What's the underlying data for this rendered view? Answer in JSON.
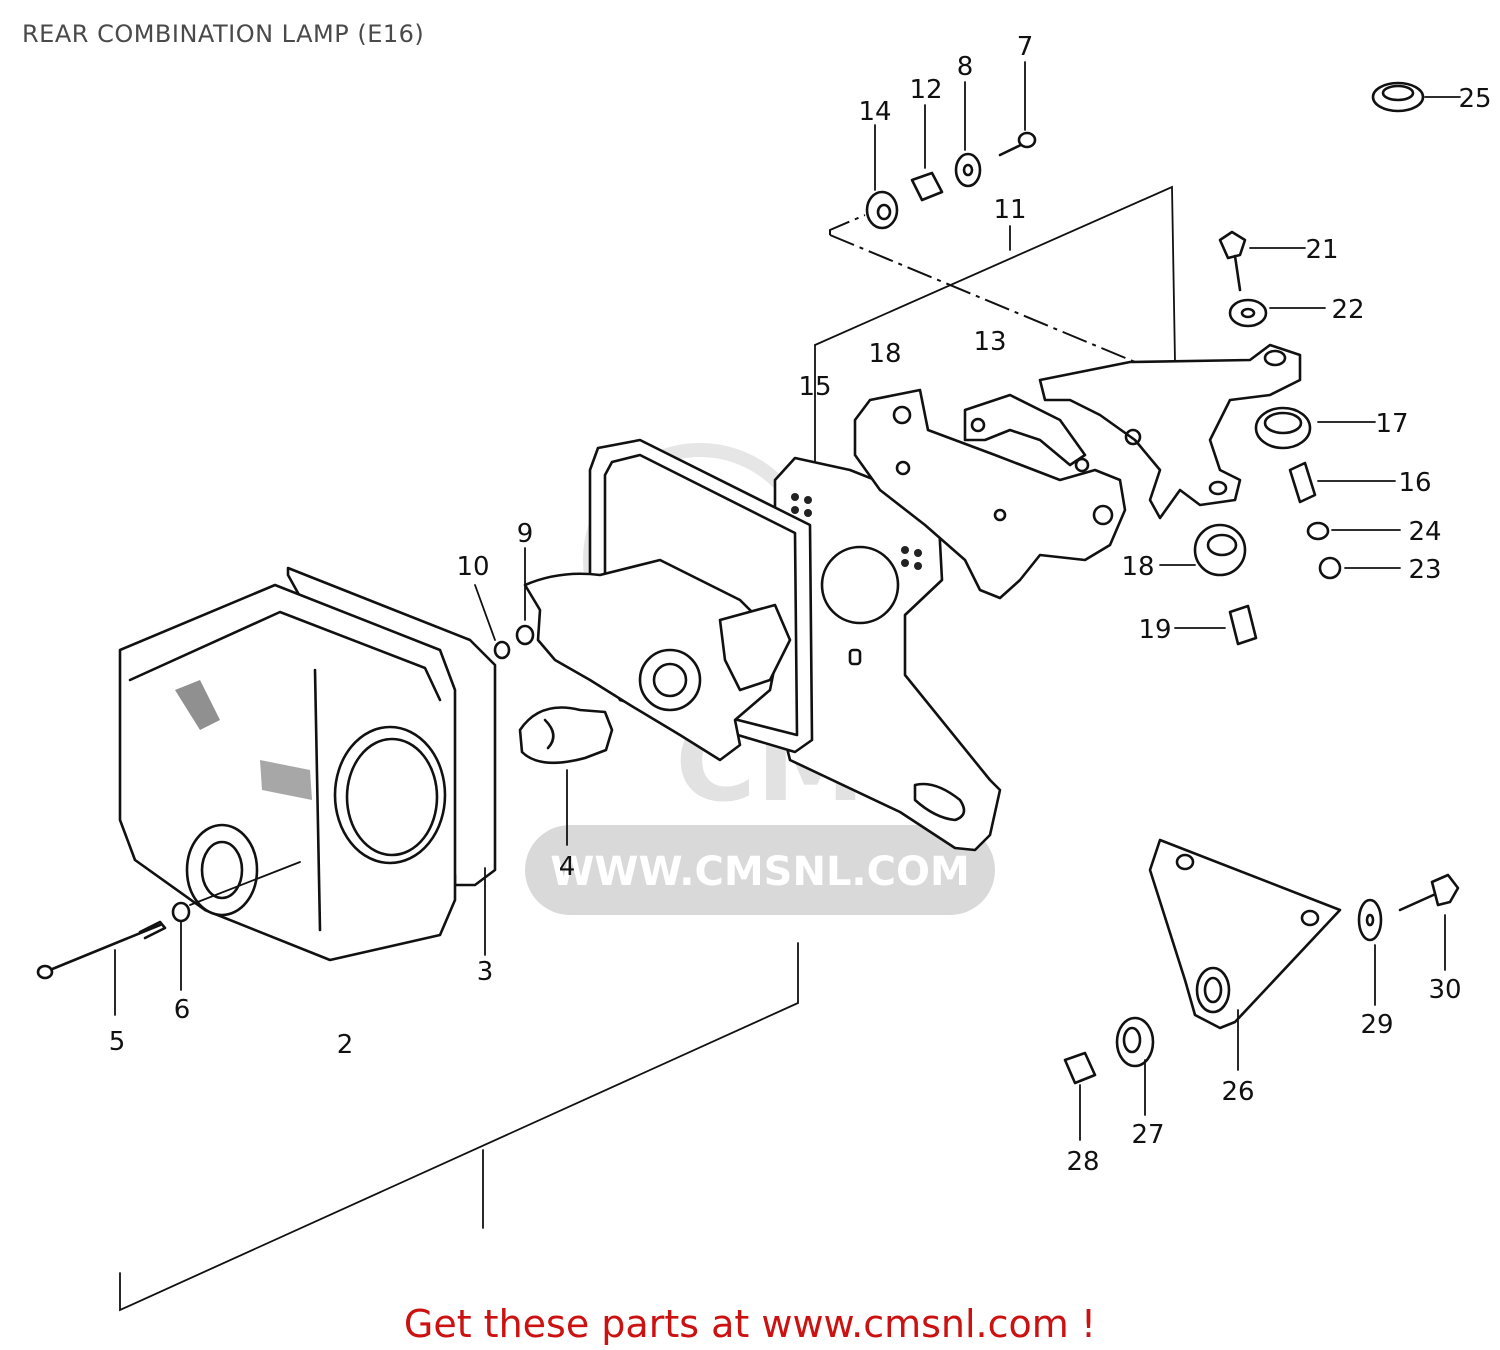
{
  "title": "REAR COMBINATION LAMP (E16)",
  "footer": "Get these parts at www.cmsnl.com !",
  "watermark": {
    "logo": "CMS",
    "url": "WWW.CMSNL.COM"
  },
  "colors": {
    "footer": "#cc1111",
    "title": "#4a4a4a",
    "watermark": "#d9d9d9"
  },
  "parts": [
    {
      "id": "p2",
      "number": "2"
    },
    {
      "id": "p3",
      "number": "3"
    },
    {
      "id": "p4",
      "number": "4"
    },
    {
      "id": "p5",
      "number": "5"
    },
    {
      "id": "p6",
      "number": "6"
    },
    {
      "id": "p7",
      "number": "7"
    },
    {
      "id": "p8",
      "number": "8"
    },
    {
      "id": "p9",
      "number": "9"
    },
    {
      "id": "p10",
      "number": "10"
    },
    {
      "id": "p11",
      "number": "11"
    },
    {
      "id": "p12",
      "number": "12"
    },
    {
      "id": "p13",
      "number": "13"
    },
    {
      "id": "p14",
      "number": "14"
    },
    {
      "id": "p15",
      "number": "15"
    },
    {
      "id": "p16",
      "number": "16"
    },
    {
      "id": "p17",
      "number": "17"
    },
    {
      "id": "p18a",
      "number": "18"
    },
    {
      "id": "p18b",
      "number": "18"
    },
    {
      "id": "p19",
      "number": "19"
    },
    {
      "id": "p21",
      "number": "21"
    },
    {
      "id": "p22",
      "number": "22"
    },
    {
      "id": "p23",
      "number": "23"
    },
    {
      "id": "p24",
      "number": "24"
    },
    {
      "id": "p25",
      "number": "25"
    },
    {
      "id": "p26",
      "number": "26"
    },
    {
      "id": "p27",
      "number": "27"
    },
    {
      "id": "p28",
      "number": "28"
    },
    {
      "id": "p29",
      "number": "29"
    },
    {
      "id": "p30",
      "number": "30"
    }
  ]
}
